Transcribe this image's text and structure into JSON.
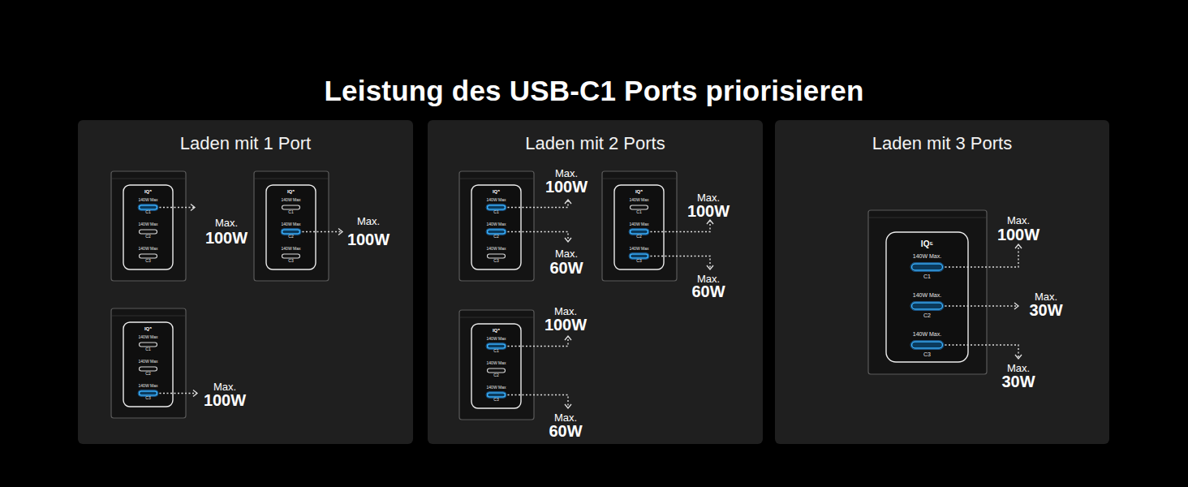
{
  "diagram": {
    "title": "Leistung des USB-C1 Ports priorisieren",
    "nodes": [
      {
        "text": [
          "Laden mit 1 Port"
        ]
      },
      {
        "text": [
          "IQ⁵",
          "140W Max",
          "C1",
          "140W Max",
          "C2",
          "140W Max",
          "C3"
        ],
        "in": 0
      },
      {
        "text": [
          "IQ⁵",
          "140W Max",
          "C1",
          "140W Max",
          "C2",
          "140W Max",
          "C3"
        ],
        "in": 0
      },
      {
        "text": [
          "IQ⁵",
          "140W Max",
          "C1",
          "140W Max",
          "C2",
          "140W Max",
          "C3"
        ],
        "in": 0
      },
      {
        "text": [
          "Laden mit 2 Ports"
        ]
      },
      {
        "text": [
          "IQ⁵",
          "140W Max",
          "C1",
          "140W Max",
          "C2",
          "140W Max",
          "C3"
        ],
        "in": 4
      },
      {
        "text": [
          "IQ⁵",
          "140W Max",
          "C1",
          "140W Max",
          "C2",
          "140W Max",
          "C3"
        ],
        "in": 4
      },
      {
        "text": [
          "IQ⁵",
          "140W Max",
          "C1",
          "140W Max",
          "C2",
          "140W Max",
          "C3"
        ],
        "in": 4
      },
      {
        "text": [
          "Laden mit 3 Ports"
        ]
      },
      {
        "text": [
          "IQ⁵",
          "140W Max.",
          "C1",
          "140W Max.",
          "C2",
          "140W Max.",
          "C3"
        ],
        "in": 8
      }
    ],
    "labels": [
      "Max.",
      "100W",
      "Max.",
      "100W",
      "Max.",
      "100W",
      "Max.",
      "100W",
      "Max.",
      "60W",
      "Max.",
      "100W",
      "Max.",
      "60W",
      "Max.",
      "100W",
      "Max.",
      "60W",
      "Max.",
      "100W",
      "Max.",
      "30W",
      "Max.",
      "30W"
    ]
  }
}
